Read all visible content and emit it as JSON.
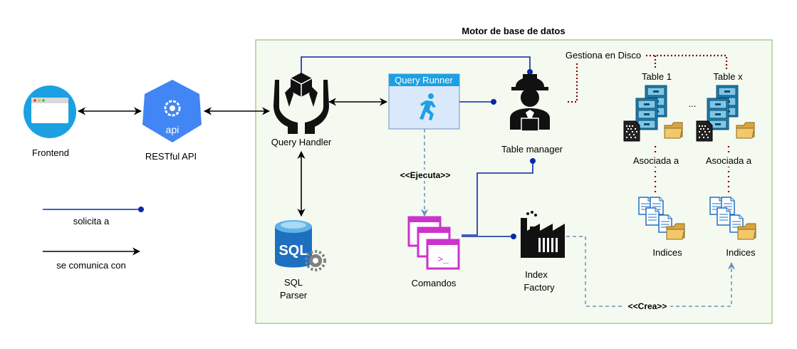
{
  "diagram_title": "Motor de base de datos",
  "nodes": {
    "frontend": "Frontend",
    "restful_api": "RESTful API",
    "api_badge": "api",
    "query_handler": "Query Handler",
    "query_runner": "Query Runner",
    "table_manager": "Table manager",
    "sql_parser_line1": "SQL",
    "sql_parser_line2": "Parser",
    "comandos": "Comandos",
    "index_factory_line1": "Index",
    "index_factory_line2": "Factory",
    "table_1": "Table 1",
    "table_x": "Table x",
    "ellipsis": "...",
    "indices_1": "Indices",
    "indices_x": "Indices",
    "sql_icon_text": "SQL"
  },
  "edge_labels": {
    "gestiona": "Gestiona en Disco",
    "ejecuta": "<<Ejecuta>>",
    "crea": "<<Crea>>",
    "asociada_1": "Asociada a",
    "asociada_x": "Asociada a"
  },
  "legend": {
    "solicita": "solicita a",
    "comunica": "se comunica con"
  },
  "colors": {
    "container_border": "#82b366",
    "container_fill": "#f5faf0",
    "blue_line": "#0a28a8",
    "dashed_line": "#6c8ebf",
    "dotted_line": "#8b0000",
    "runner_fill": "#dae8fc",
    "runner_header": "#1ba1e2",
    "api_hex": "#4285f4",
    "frontend_circle": "#1ba1e2",
    "sql_blue": "#1e6fbf",
    "comandos_magenta": "#cc33cc"
  }
}
